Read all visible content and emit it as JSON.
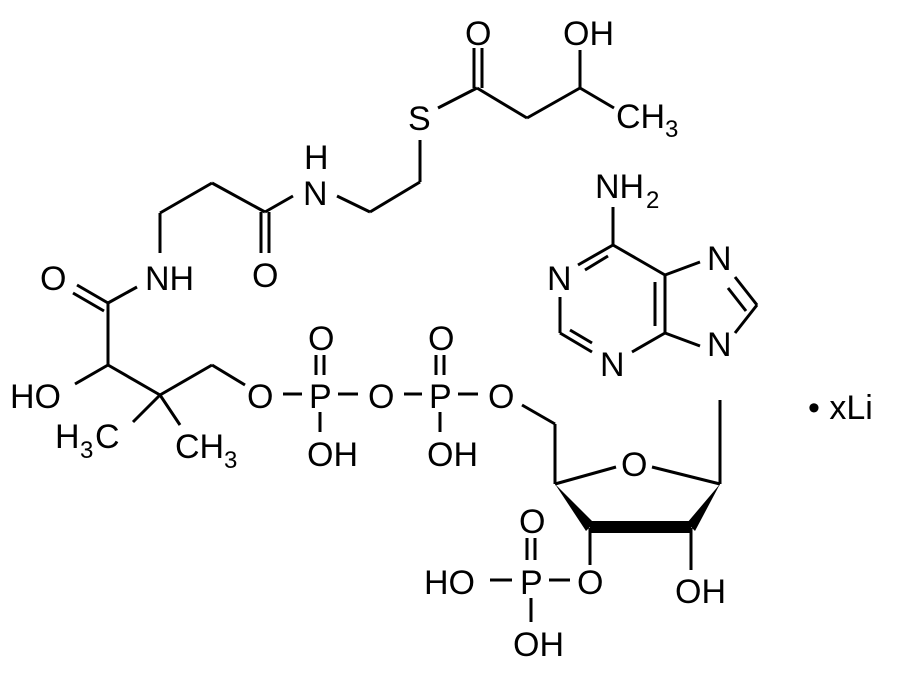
{
  "diagram": {
    "type": "chemical-structure",
    "compound_hint": "3-hydroxybutyryl coenzyme A lithium salt",
    "colors": {
      "stroke": "#000000",
      "background": "#ffffff"
    },
    "labels": {
      "thioester_O": "O",
      "hydroxy_OH_top": "OH",
      "methyl_CH3_top": "CH",
      "methyl_CH3_top_sub": "3",
      "S": "S",
      "NH_upper_N": "N",
      "NH_upper_H": "H",
      "amide_O_mid": "O",
      "NH_left": "NH",
      "amide_O_left": "O",
      "HO_pantoate": "HO",
      "H3C_left_H": "H",
      "H3C_left_sub": "3",
      "H3C_left_C": "C",
      "CH3_right": "CH",
      "CH3_right_sub": "3",
      "O_link1": "O",
      "P1": "P",
      "P1_O_top": "O",
      "P1_OH": "OH",
      "O_bridge": "O",
      "P2": "P",
      "P2_O_top": "O",
      "P2_OH": "OH",
      "O_link2": "O",
      "ring_O": "O",
      "NH2_N": "NH",
      "NH2_sub": "2",
      "N1": "N",
      "N3": "N",
      "N7": "N",
      "N9": "N",
      "ribose_O3": "O",
      "P3": "P",
      "P3_O_top": "O",
      "P3_HO": "HO",
      "P3_OH": "OH",
      "ribose_OH": "OH",
      "salt": "• xLi"
    }
  }
}
